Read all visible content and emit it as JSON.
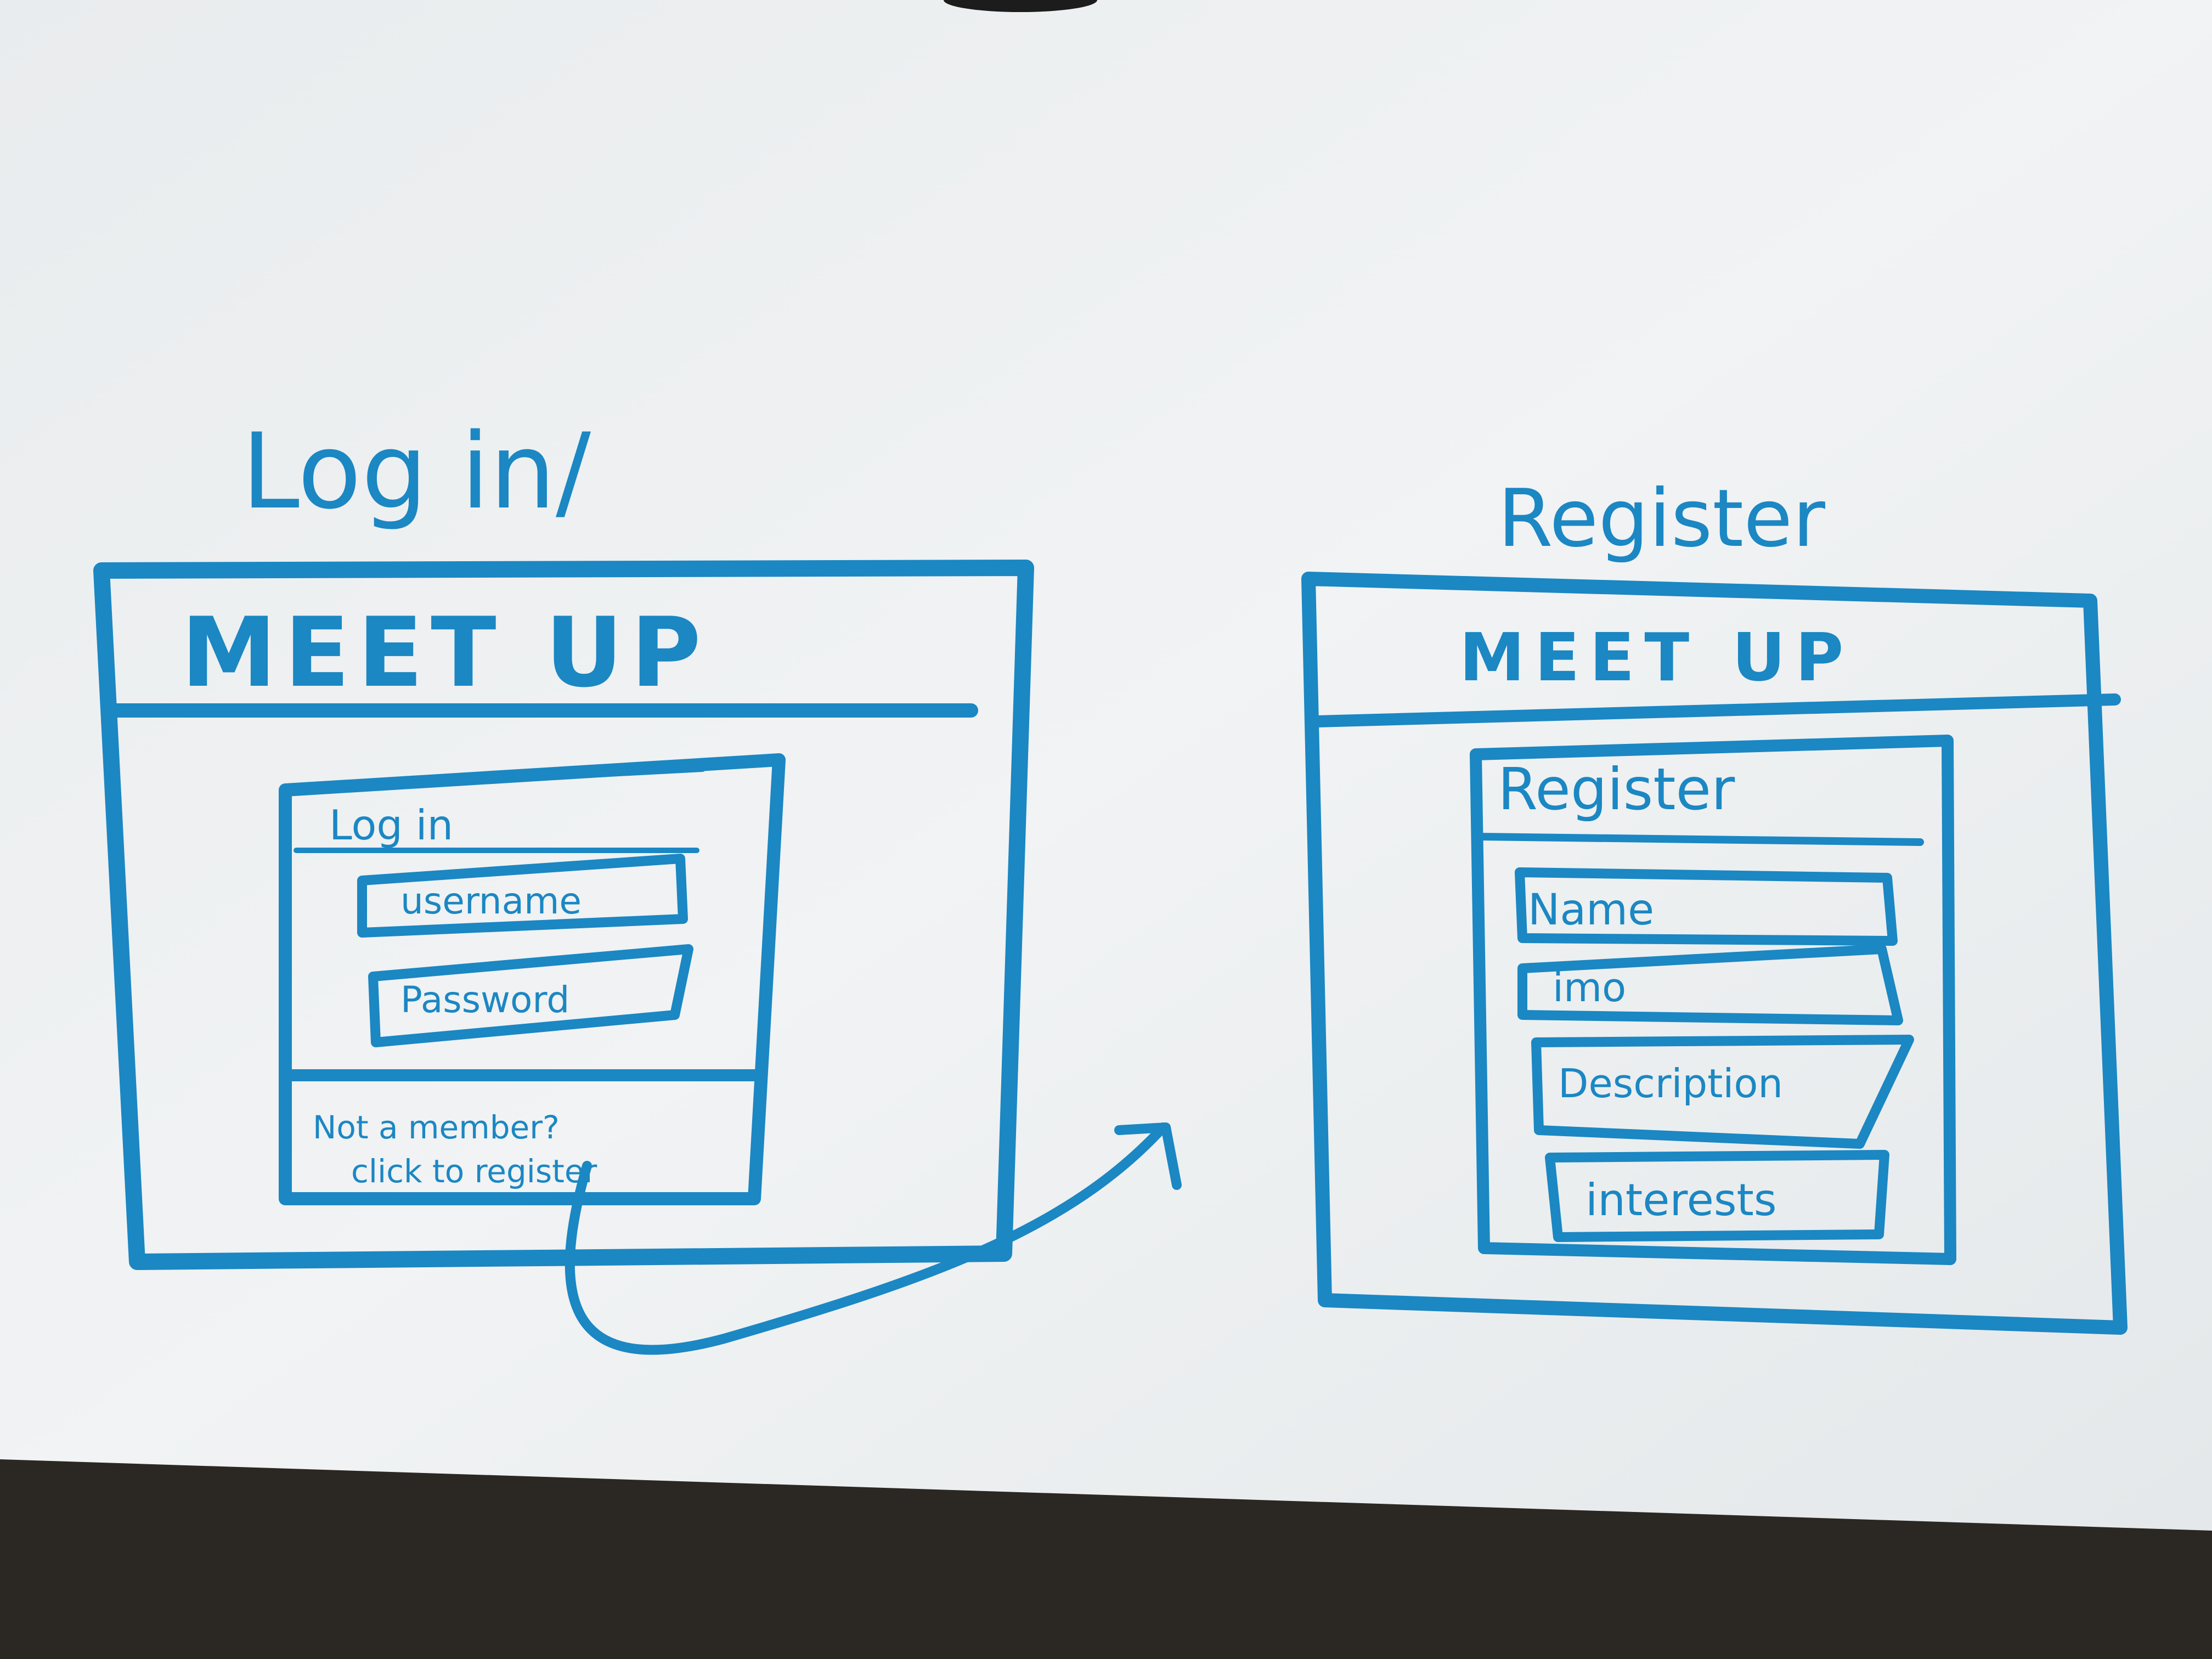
{
  "login_sketch": {
    "caption": "Log in/",
    "app_title": "MEET UP",
    "panel_heading": "Log in",
    "username_field": "username",
    "password_field": "Password",
    "register_prompt_line1": "Not a member?",
    "register_prompt_line2": "click to register"
  },
  "register_sketch": {
    "caption": "Register",
    "app_title": "MEET UP",
    "panel_heading": "Register",
    "name_field": "Name",
    "imo_field": "imo",
    "description_field": "Description",
    "interests_field": "interests"
  },
  "colors": {
    "marker": "#1b87c3",
    "whiteboard": "#eceff1",
    "background": "#2b2722"
  }
}
